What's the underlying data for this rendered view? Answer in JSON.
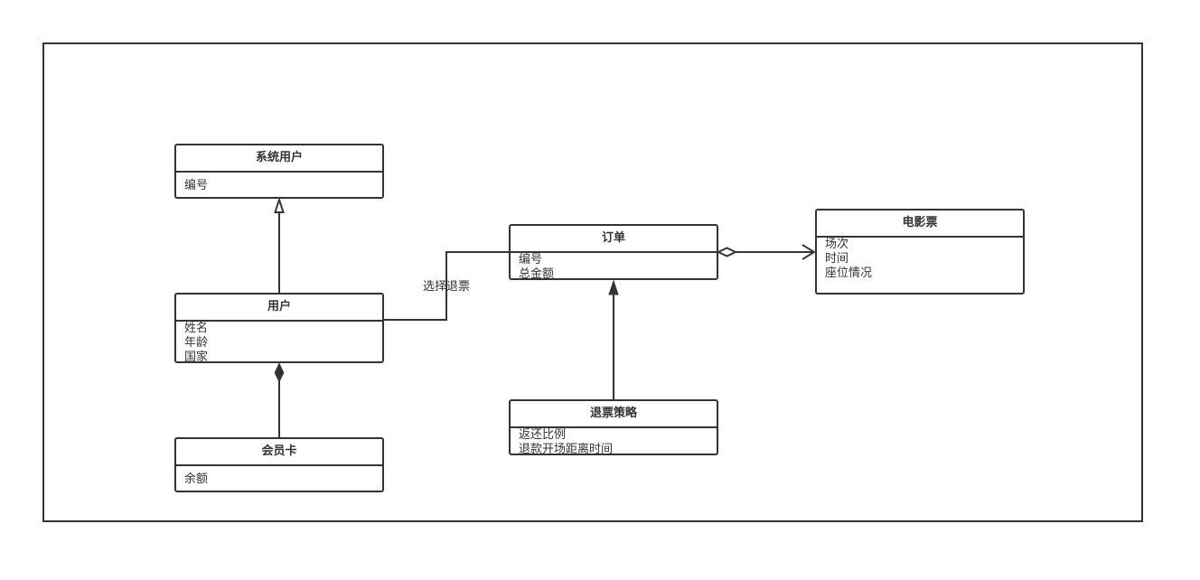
{
  "diagram": {
    "classes": {
      "system_user": {
        "name": "系统用户",
        "attributes": [
          "编号"
        ]
      },
      "user": {
        "name": "用户",
        "attributes": [
          "姓名",
          "年龄",
          "国家"
        ]
      },
      "member_card": {
        "name": "会员卡",
        "attributes": [
          "余额"
        ]
      },
      "order": {
        "name": "订单",
        "attributes": [
          "编号",
          "总金额"
        ]
      },
      "refund_policy": {
        "name": "退票策略",
        "attributes": [
          "返还比例",
          "退款开场距离时间"
        ]
      },
      "movie_ticket": {
        "name": "电影票",
        "attributes": [
          "场次",
          "时间",
          "座位情况"
        ]
      }
    },
    "relations": {
      "user_order": {
        "label": "选择退票"
      }
    },
    "colors": {
      "line": "#333333",
      "background": "#ffffff"
    }
  }
}
